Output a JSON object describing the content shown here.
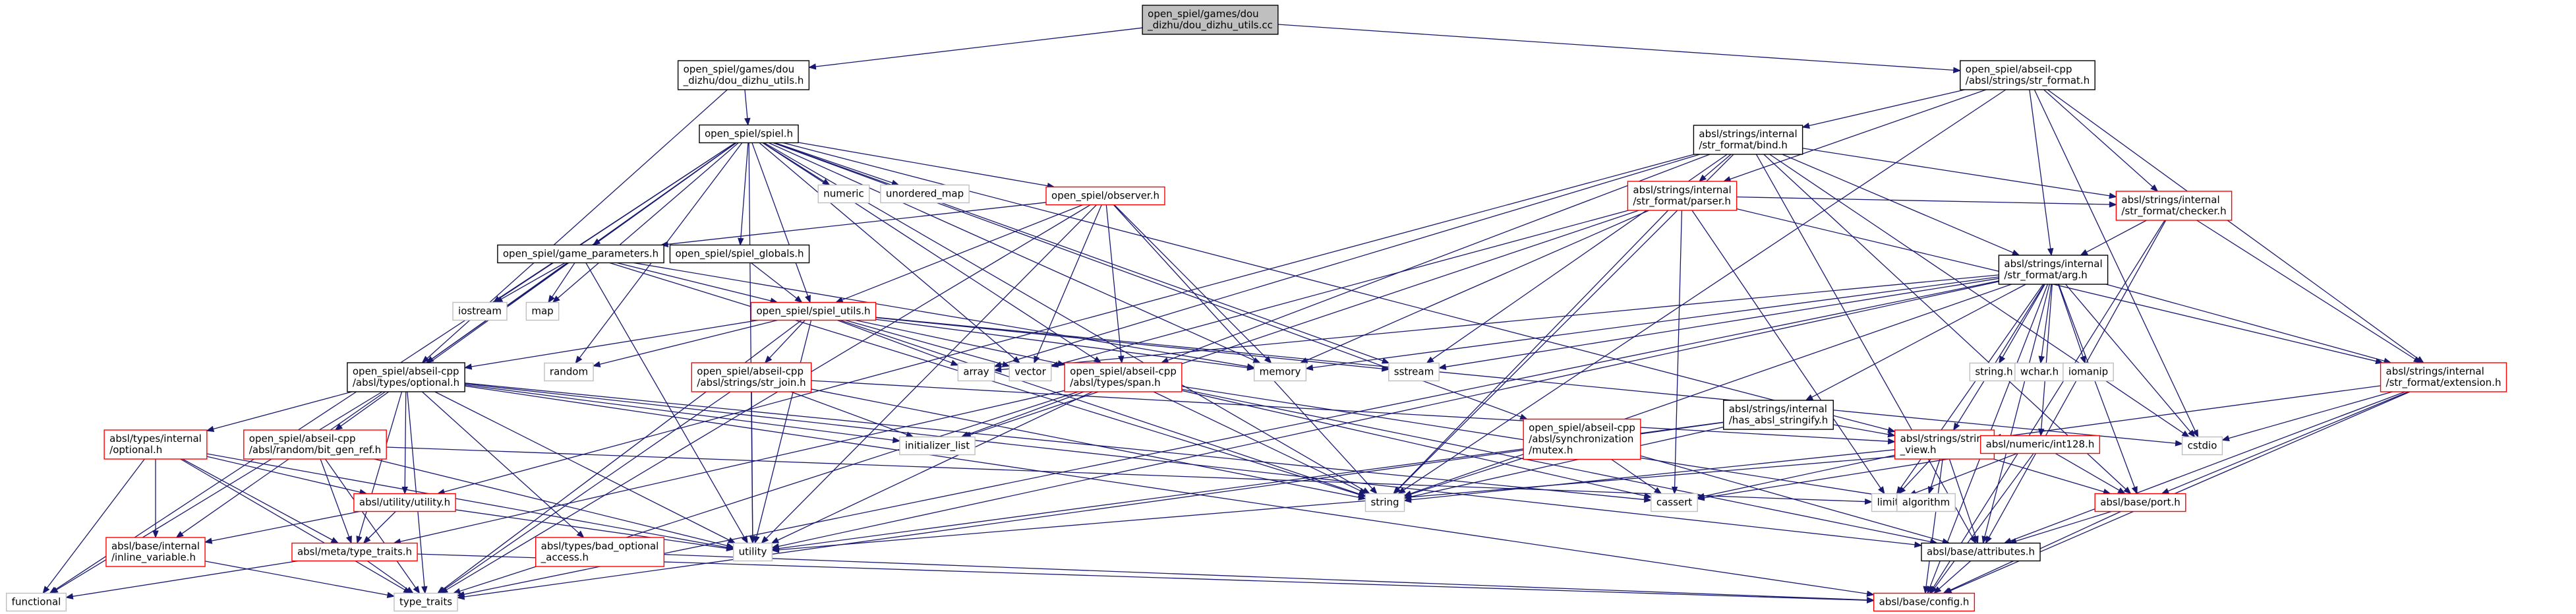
{
  "colors": {
    "edge": "#191970",
    "file_border": "#000000",
    "file_fill": "#ffffff",
    "focus_fill": "#bfbfbf",
    "truncated_border": "#ff0000",
    "system_border": "#bfbfbf",
    "text": "#000000"
  },
  "graph": {
    "nodes": [
      {
        "id": "root",
        "lines": [
          "open_spiel/games/dou",
          "_dizhu/dou_dizhu_utils.cc"
        ],
        "kind": "focus"
      },
      {
        "id": "ddz_utils_h",
        "lines": [
          "open_spiel/games/dou",
          "_dizhu/dou_dizhu_utils.h"
        ],
        "kind": "file"
      },
      {
        "id": "str_format_h",
        "lines": [
          "open_spiel/abseil-cpp",
          "/absl/strings/str_format.h"
        ],
        "kind": "file"
      },
      {
        "id": "spiel_h",
        "lines": [
          "open_spiel/spiel.h"
        ],
        "kind": "file"
      },
      {
        "id": "bind_h",
        "lines": [
          "absl/strings/internal",
          "/str_format/bind.h"
        ],
        "kind": "file"
      },
      {
        "id": "parser_h",
        "lines": [
          "absl/strings/internal",
          "/str_format/parser.h"
        ],
        "kind": "truncated"
      },
      {
        "id": "checker_h",
        "lines": [
          "absl/strings/internal",
          "/str_format/checker.h"
        ],
        "kind": "truncated"
      },
      {
        "id": "observer_h",
        "lines": [
          "open_spiel/observer.h"
        ],
        "kind": "truncated"
      },
      {
        "id": "numeric",
        "lines": [
          "numeric"
        ],
        "kind": "system"
      },
      {
        "id": "unordered_map",
        "lines": [
          "unordered_map"
        ],
        "kind": "system"
      },
      {
        "id": "game_params_h",
        "lines": [
          "open_spiel/game_parameters.h"
        ],
        "kind": "file"
      },
      {
        "id": "spiel_globals_h",
        "lines": [
          "open_spiel/spiel_globals.h"
        ],
        "kind": "file"
      },
      {
        "id": "spiel_utils_h",
        "lines": [
          "open_spiel/spiel_utils.h"
        ],
        "kind": "truncated"
      },
      {
        "id": "iostream",
        "lines": [
          "iostream"
        ],
        "kind": "system"
      },
      {
        "id": "map",
        "lines": [
          "map"
        ],
        "kind": "system"
      },
      {
        "id": "arg_h",
        "lines": [
          "absl/strings/internal",
          "/str_format/arg.h"
        ],
        "kind": "file"
      },
      {
        "id": "optional_h",
        "lines": [
          "open_spiel/abseil-cpp",
          "/absl/types/optional.h"
        ],
        "kind": "file"
      },
      {
        "id": "random",
        "lines": [
          "random"
        ],
        "kind": "system"
      },
      {
        "id": "array",
        "lines": [
          "array"
        ],
        "kind": "system"
      },
      {
        "id": "vector",
        "lines": [
          "vector"
        ],
        "kind": "system"
      },
      {
        "id": "span_h",
        "lines": [
          "open_spiel/abseil-cpp",
          "/absl/types/span.h"
        ],
        "kind": "truncated"
      },
      {
        "id": "memory",
        "lines": [
          "memory"
        ],
        "kind": "system"
      },
      {
        "id": "sstream",
        "lines": [
          "sstream"
        ],
        "kind": "system"
      },
      {
        "id": "str_join_h",
        "lines": [
          "open_spiel/abseil-cpp",
          "/absl/strings/str_join.h"
        ],
        "kind": "truncated"
      },
      {
        "id": "has_stringify_h",
        "lines": [
          "absl/strings/internal",
          "/has_absl_stringify.h"
        ],
        "kind": "file"
      },
      {
        "id": "string_h",
        "lines": [
          "string.h"
        ],
        "kind": "system"
      },
      {
        "id": "wchar_h",
        "lines": [
          "wchar.h"
        ],
        "kind": "system"
      },
      {
        "id": "iomanip",
        "lines": [
          "iomanip"
        ],
        "kind": "system"
      },
      {
        "id": "extension_h",
        "lines": [
          "absl/strings/internal",
          "/str_format/extension.h"
        ],
        "kind": "truncated"
      },
      {
        "id": "types_internal_optional_h",
        "lines": [
          "absl/types/internal",
          "/optional.h"
        ],
        "kind": "truncated"
      },
      {
        "id": "bit_gen_ref_h",
        "lines": [
          "open_spiel/abseil-cpp",
          "/absl/random/bit_gen_ref.h"
        ],
        "kind": "truncated"
      },
      {
        "id": "initializer_list",
        "lines": [
          "initializer_list"
        ],
        "kind": "system"
      },
      {
        "id": "mutex_h",
        "lines": [
          "open_spiel/abseil-cpp",
          "/absl/synchronization",
          "/mutex.h"
        ],
        "kind": "truncated"
      },
      {
        "id": "string_view_h",
        "lines": [
          "absl/strings/string",
          "_view.h"
        ],
        "kind": "truncated"
      },
      {
        "id": "int128_h",
        "lines": [
          "absl/numeric/int128.h"
        ],
        "kind": "truncated"
      },
      {
        "id": "cstdio",
        "lines": [
          "cstdio"
        ],
        "kind": "system"
      },
      {
        "id": "utility_h",
        "lines": [
          "absl/utility/utility.h"
        ],
        "kind": "truncated"
      },
      {
        "id": "string",
        "lines": [
          "string"
        ],
        "kind": "system"
      },
      {
        "id": "cassert",
        "lines": [
          "cassert"
        ],
        "kind": "system"
      },
      {
        "id": "limits",
        "lines": [
          "limits"
        ],
        "kind": "system"
      },
      {
        "id": "algorithm",
        "lines": [
          "algorithm"
        ],
        "kind": "system"
      },
      {
        "id": "port_h",
        "lines": [
          "absl/base/port.h"
        ],
        "kind": "truncated"
      },
      {
        "id": "inline_variable_h",
        "lines": [
          "absl/base/internal",
          "/inline_variable.h"
        ],
        "kind": "truncated"
      },
      {
        "id": "type_traits_h",
        "lines": [
          "absl/meta/type_traits.h"
        ],
        "kind": "truncated"
      },
      {
        "id": "bad_optional_access_h",
        "lines": [
          "absl/types/bad_optional",
          "_access.h"
        ],
        "kind": "truncated"
      },
      {
        "id": "utility",
        "lines": [
          "utility"
        ],
        "kind": "system"
      },
      {
        "id": "attributes_h",
        "lines": [
          "absl/base/attributes.h"
        ],
        "kind": "file"
      },
      {
        "id": "functional",
        "lines": [
          "functional"
        ],
        "kind": "system"
      },
      {
        "id": "type_traits",
        "lines": [
          "type_traits"
        ],
        "kind": "system"
      },
      {
        "id": "config_h",
        "lines": [
          "absl/base/config.h"
        ],
        "kind": "truncated"
      }
    ],
    "edges": [
      [
        "root",
        "ddz_utils_h"
      ],
      [
        "root",
        "str_format_h"
      ],
      [
        "ddz_utils_h",
        "spiel_h"
      ],
      [
        "ddz_utils_h",
        "optional_h"
      ],
      [
        "str_format_h",
        "bind_h"
      ],
      [
        "str_format_h",
        "parser_h"
      ],
      [
        "str_format_h",
        "checker_h"
      ],
      [
        "str_format_h",
        "arg_h"
      ],
      [
        "str_format_h",
        "extension_h"
      ],
      [
        "str_format_h",
        "string"
      ],
      [
        "str_format_h",
        "cstdio"
      ],
      [
        "spiel_h",
        "observer_h"
      ],
      [
        "spiel_h",
        "numeric"
      ],
      [
        "spiel_h",
        "unordered_map"
      ],
      [
        "spiel_h",
        "game_params_h"
      ],
      [
        "spiel_h",
        "spiel_globals_h"
      ],
      [
        "spiel_h",
        "spiel_utils_h"
      ],
      [
        "spiel_h",
        "iostream"
      ],
      [
        "spiel_h",
        "map"
      ],
      [
        "spiel_h",
        "optional_h"
      ],
      [
        "spiel_h",
        "random"
      ],
      [
        "spiel_h",
        "vector"
      ],
      [
        "spiel_h",
        "span_h"
      ],
      [
        "spiel_h",
        "memory"
      ],
      [
        "spiel_h",
        "sstream"
      ],
      [
        "spiel_h",
        "bit_gen_ref_h"
      ],
      [
        "spiel_h",
        "mutex_h"
      ],
      [
        "spiel_h",
        "string"
      ],
      [
        "spiel_h",
        "utility"
      ],
      [
        "spiel_h",
        "functional"
      ],
      [
        "spiel_h",
        "string_view_h"
      ],
      [
        "bind_h",
        "parser_h"
      ],
      [
        "bind_h",
        "checker_h"
      ],
      [
        "bind_h",
        "arg_h"
      ],
      [
        "bind_h",
        "span_h"
      ],
      [
        "bind_h",
        "array"
      ],
      [
        "bind_h",
        "sstream"
      ],
      [
        "bind_h",
        "string"
      ],
      [
        "bind_h",
        "cstdio"
      ],
      [
        "bind_h",
        "port_h"
      ],
      [
        "bind_h",
        "utility_h"
      ],
      [
        "bind_h",
        "attributes_h"
      ],
      [
        "parser_h",
        "checker_h"
      ],
      [
        "parser_h",
        "extension_h"
      ],
      [
        "parser_h",
        "memory"
      ],
      [
        "parser_h",
        "vector"
      ],
      [
        "parser_h",
        "string"
      ],
      [
        "parser_h",
        "cassert"
      ],
      [
        "parser_h",
        "initializer_list"
      ],
      [
        "parser_h",
        "limits"
      ],
      [
        "checker_h",
        "arg_h"
      ],
      [
        "checker_h",
        "extension_h"
      ],
      [
        "checker_h",
        "attributes_h"
      ],
      [
        "checker_h",
        "config_h"
      ],
      [
        "observer_h",
        "game_params_h"
      ],
      [
        "observer_h",
        "spiel_utils_h"
      ],
      [
        "observer_h",
        "span_h"
      ],
      [
        "observer_h",
        "vector"
      ],
      [
        "observer_h",
        "memory"
      ],
      [
        "observer_h",
        "string"
      ],
      [
        "observer_h",
        "type_traits"
      ],
      [
        "observer_h",
        "utility"
      ],
      [
        "game_params_h",
        "iostream"
      ],
      [
        "game_params_h",
        "map"
      ],
      [
        "game_params_h",
        "spiel_utils_h"
      ],
      [
        "game_params_h",
        "optional_h"
      ],
      [
        "game_params_h",
        "string"
      ],
      [
        "game_params_h",
        "memory"
      ],
      [
        "game_params_h",
        "utility"
      ],
      [
        "spiel_globals_h",
        "spiel_utils_h"
      ],
      [
        "spiel_utils_h",
        "random"
      ],
      [
        "spiel_utils_h",
        "array"
      ],
      [
        "spiel_utils_h",
        "vector"
      ],
      [
        "spiel_utils_h",
        "memory"
      ],
      [
        "spiel_utils_h",
        "sstream"
      ],
      [
        "spiel_utils_h",
        "span_h"
      ],
      [
        "spiel_utils_h",
        "str_join_h"
      ],
      [
        "spiel_utils_h",
        "optional_h"
      ],
      [
        "spiel_utils_h",
        "string"
      ],
      [
        "spiel_utils_h",
        "utility"
      ],
      [
        "spiel_utils_h",
        "cstdio"
      ],
      [
        "spiel_utils_h",
        "type_traits"
      ],
      [
        "arg_h",
        "memory"
      ],
      [
        "arg_h",
        "sstream"
      ],
      [
        "arg_h",
        "string_h"
      ],
      [
        "arg_h",
        "wchar_h"
      ],
      [
        "arg_h",
        "iomanip"
      ],
      [
        "arg_h",
        "has_stringify_h"
      ],
      [
        "arg_h",
        "extension_h"
      ],
      [
        "arg_h",
        "int128_h"
      ],
      [
        "arg_h",
        "string_view_h"
      ],
      [
        "arg_h",
        "port_h"
      ],
      [
        "arg_h",
        "cstdio"
      ],
      [
        "arg_h",
        "string"
      ],
      [
        "arg_h",
        "limits"
      ],
      [
        "arg_h",
        "type_traits"
      ],
      [
        "arg_h",
        "utility"
      ],
      [
        "arg_h",
        "attributes_h"
      ],
      [
        "arg_h",
        "config_h"
      ],
      [
        "arg_h",
        "array"
      ],
      [
        "optional_h",
        "types_internal_optional_h"
      ],
      [
        "optional_h",
        "utility_h"
      ],
      [
        "optional_h",
        "bad_optional_access_h"
      ],
      [
        "optional_h",
        "type_traits_h"
      ],
      [
        "optional_h",
        "attributes_h"
      ],
      [
        "optional_h",
        "inline_variable_h"
      ],
      [
        "optional_h",
        "initializer_list"
      ],
      [
        "optional_h",
        "utility"
      ],
      [
        "optional_h",
        "functional"
      ],
      [
        "optional_h",
        "type_traits"
      ],
      [
        "optional_h",
        "config_h"
      ],
      [
        "optional_h",
        "cassert"
      ],
      [
        "span_h",
        "initializer_list"
      ],
      [
        "span_h",
        "string"
      ],
      [
        "span_h",
        "utility"
      ],
      [
        "span_h",
        "type_traits"
      ],
      [
        "span_h",
        "type_traits_h"
      ],
      [
        "span_h",
        "attributes_h"
      ],
      [
        "span_h",
        "algorithm"
      ],
      [
        "span_h",
        "cassert"
      ],
      [
        "str_join_h",
        "string"
      ],
      [
        "str_join_h",
        "utility"
      ],
      [
        "str_join_h",
        "type_traits"
      ],
      [
        "str_join_h",
        "initializer_list"
      ],
      [
        "str_join_h",
        "string_view_h"
      ],
      [
        "str_join_h",
        "iterator"
      ],
      [
        "has_stringify_h",
        "string_view_h"
      ],
      [
        "has_stringify_h",
        "string"
      ],
      [
        "has_stringify_h",
        "utility"
      ],
      [
        "has_stringify_h",
        "type_traits"
      ],
      [
        "extension_h",
        "port_h"
      ],
      [
        "extension_h",
        "cstdio"
      ],
      [
        "extension_h",
        "attributes_h"
      ],
      [
        "extension_h",
        "config_h"
      ],
      [
        "extension_h",
        "string_view_h"
      ],
      [
        "types_internal_optional_h",
        "utility_h"
      ],
      [
        "types_internal_optional_h",
        "inline_variable_h"
      ],
      [
        "types_internal_optional_h",
        "type_traits_h"
      ],
      [
        "types_internal_optional_h",
        "functional"
      ],
      [
        "types_internal_optional_h",
        "type_traits"
      ],
      [
        "types_internal_optional_h",
        "utility"
      ],
      [
        "bit_gen_ref_h",
        "type_traits_h"
      ],
      [
        "bit_gen_ref_h",
        "type_traits"
      ],
      [
        "bit_gen_ref_h",
        "utility"
      ],
      [
        "bit_gen_ref_h",
        "limits"
      ],
      [
        "mutex_h",
        "string"
      ],
      [
        "mutex_h",
        "cassert"
      ],
      [
        "mutex_h",
        "attributes_h"
      ],
      [
        "string_view_h",
        "algorithm"
      ],
      [
        "string_view_h",
        "cassert"
      ],
      [
        "string_view_h",
        "limits"
      ],
      [
        "string_view_h",
        "string"
      ],
      [
        "string_view_h",
        "port_h"
      ],
      [
        "string_view_h",
        "attributes_h"
      ],
      [
        "string_view_h",
        "config_h"
      ],
      [
        "int128_h",
        "port_h"
      ],
      [
        "int128_h",
        "config_h"
      ],
      [
        "int128_h",
        "cassert"
      ],
      [
        "int128_h",
        "limits"
      ],
      [
        "int128_h",
        "utility"
      ],
      [
        "utility_h",
        "inline_variable_h"
      ],
      [
        "utility_h",
        "type_traits_h"
      ],
      [
        "utility_h",
        "utility"
      ],
      [
        "port_h",
        "attributes_h"
      ],
      [
        "port_h",
        "config_h"
      ],
      [
        "type_traits_h",
        "type_traits"
      ],
      [
        "type_traits_h",
        "functional"
      ],
      [
        "type_traits_h",
        "config_h"
      ],
      [
        "bad_optional_access_h",
        "config_h"
      ],
      [
        "inline_variable_h",
        "type_traits"
      ],
      [
        "attributes_h",
        "config_h"
      ]
    ]
  }
}
